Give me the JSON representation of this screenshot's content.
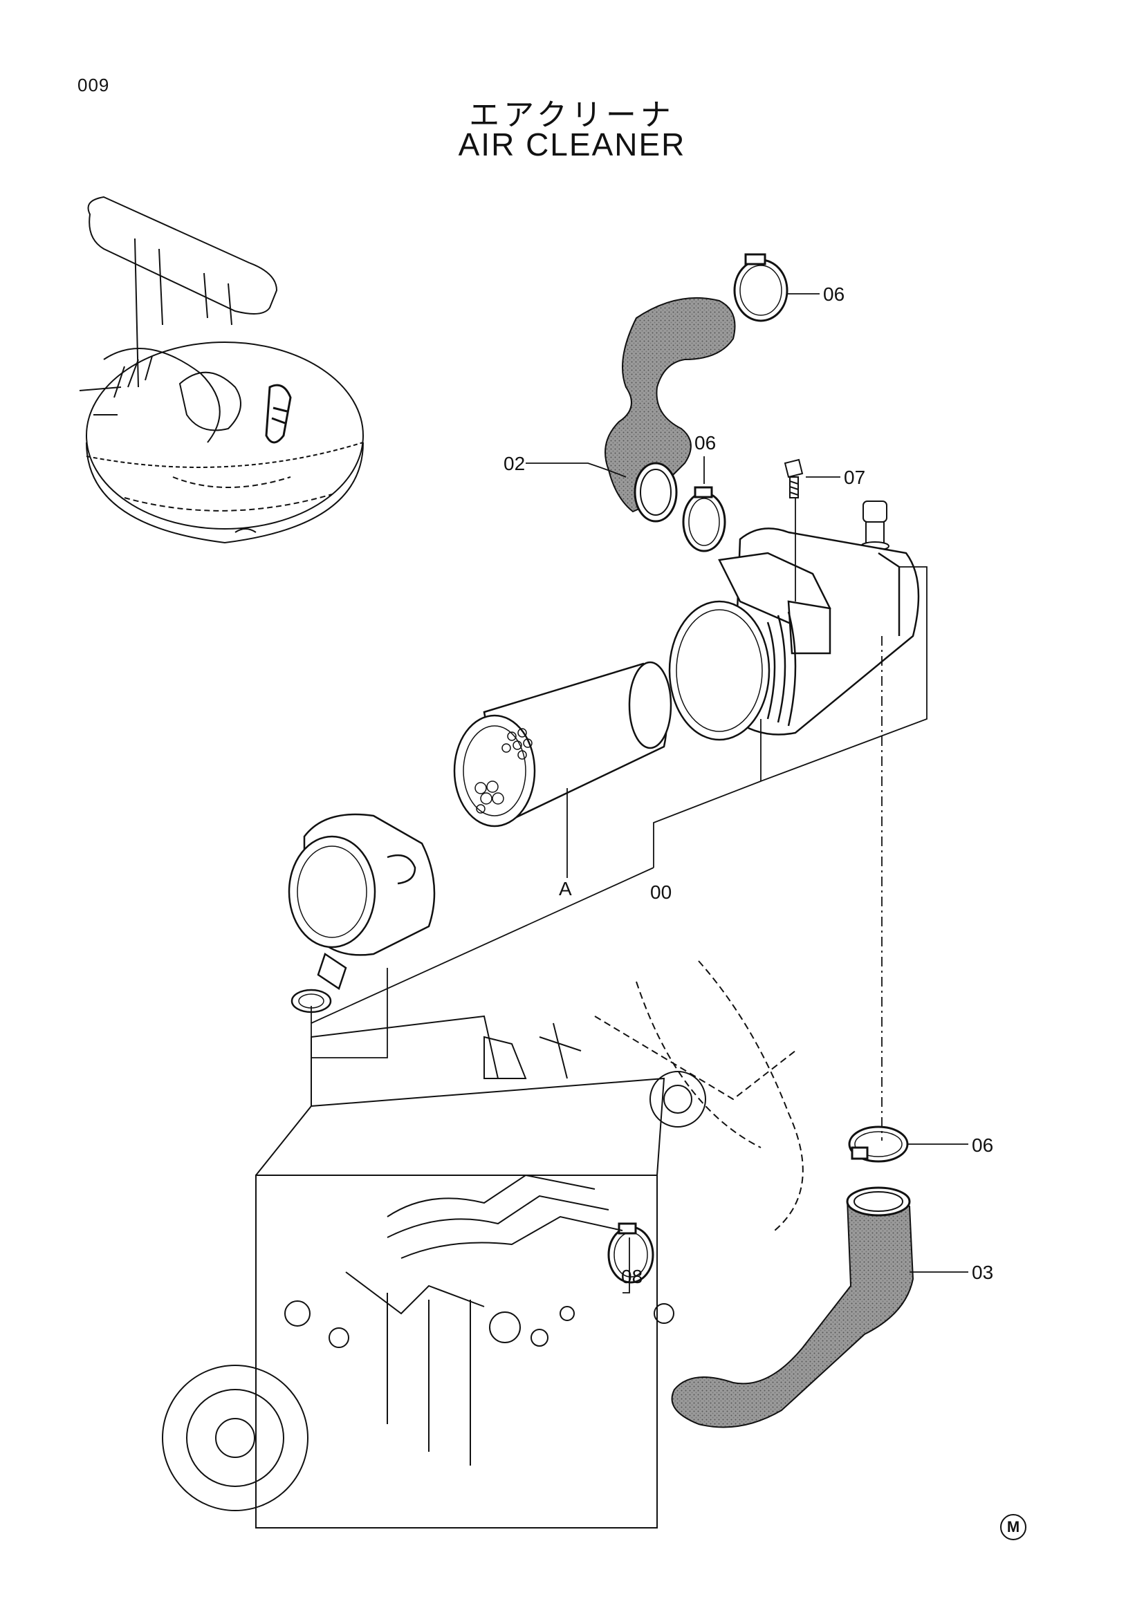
{
  "page_number": "009",
  "title": {
    "japanese": "エアクリーナ",
    "english": "AIR CLEANER"
  },
  "callouts": {
    "c06_top": "06",
    "c02": "02",
    "c06_mid": "06",
    "c07": "07",
    "cA": "A",
    "c00": "00",
    "c06_low": "06",
    "c03": "03",
    "c08": "08"
  },
  "maker_mark": "M"
}
